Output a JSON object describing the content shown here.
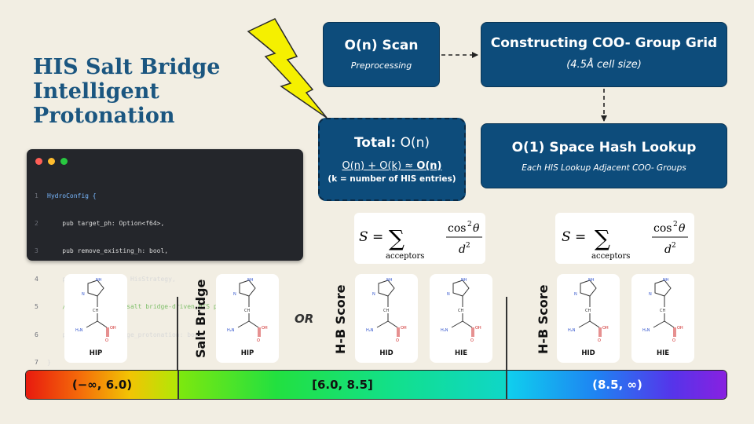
{
  "title": {
    "line1": "HIS Salt Bridge",
    "line2": "Intelligent",
    "line3": "Protonation"
  },
  "code": {
    "lines": [
      "HydroConfig {",
      "    pub target_ph: Option<f64>,",
      "    pub remove_existing_h: bool,",
      "    pub his_strategy: HisStrategy,",
      "    /// [NEW] Enable salt bridge-driven HIS protonation.",
      "    pub his_salt_bridge_protonation: bool,",
      "}",
      ""
    ]
  },
  "flow": {
    "scan": {
      "title": "O(n) Scan",
      "subtitle": "Preprocessing"
    },
    "grid": {
      "title": "Constructing COO- Group Grid",
      "subtitle": "(4.5Å cell size)"
    },
    "hash": {
      "title": "O(1) Space Hash Lookup",
      "subtitle": "Each HIS Lookup Adjacent COO- Groups"
    },
    "total": {
      "label": "Total:",
      "value": "O(n)",
      "equation_left": "O(n) + O(k) ≈",
      "equation_right": "O(n)",
      "note": "(k = number of HIS entries)"
    }
  },
  "formula": {
    "lhs": "S =",
    "sum_symbol": "∑",
    "sum_subscript": "acceptors",
    "numerator": "cos",
    "numerator_sup": "2",
    "numerator_var": "θ",
    "denominator": "d",
    "denominator_sup": "2"
  },
  "labels": {
    "salt_bridge": "Salt Bridge",
    "or": "OR",
    "hb_score_1": "H-B Score",
    "hb_score_2": "H-B Score"
  },
  "molecules": [
    {
      "name": "HIP"
    },
    {
      "name": "HIP"
    },
    {
      "name": "HID"
    },
    {
      "name": "HIE"
    },
    {
      "name": "HID"
    },
    {
      "name": "HIE"
    }
  ],
  "scale": {
    "low": "(−∞, 6.0)",
    "mid": "[6.0, 8.5]",
    "high": "(8.5, ∞)"
  },
  "colors": {
    "title": "#1b5680",
    "box": "#0d4c7b",
    "bolt": "#f5f000",
    "background": "#f2eee3"
  }
}
